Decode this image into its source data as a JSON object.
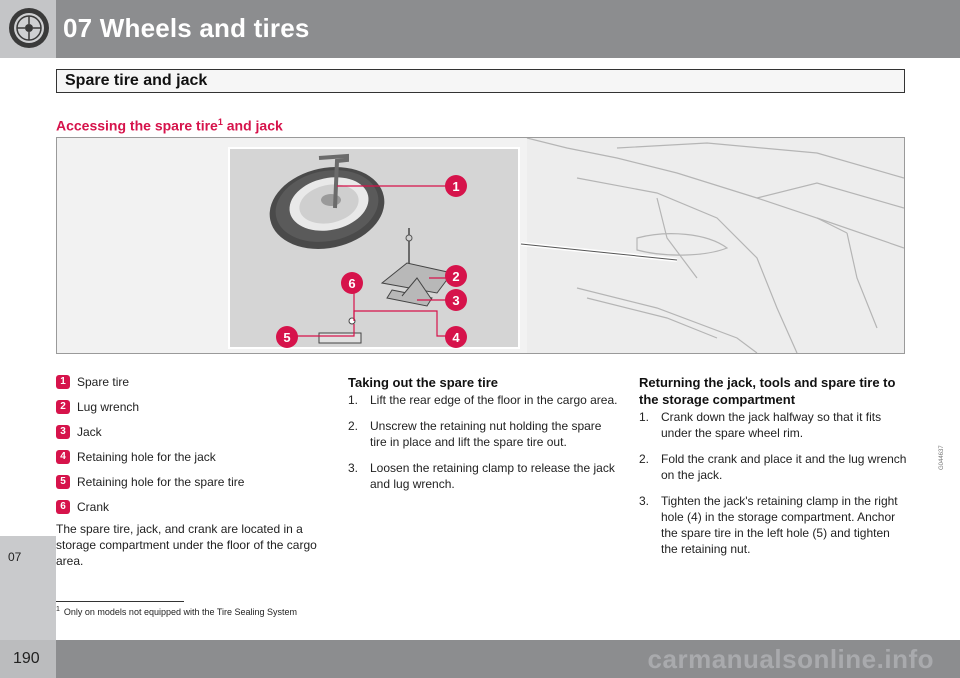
{
  "header": {
    "chapter_title": "07 Wheels and tires",
    "section_title": "Spare tire and jack"
  },
  "rail": {
    "chapter_tab": "07"
  },
  "footer": {
    "page_number": "190",
    "watermark": "carmanualsonline.info"
  },
  "subheading": {
    "text": "Accessing the spare tire",
    "sup": "1",
    "suffix": " and jack"
  },
  "figure": {
    "code": "G044637",
    "callouts": [
      "1",
      "2",
      "3",
      "4",
      "5",
      "6"
    ],
    "accent": "#d6134b"
  },
  "legend": [
    {
      "num": "1",
      "label": "Spare tire"
    },
    {
      "num": "2",
      "label": "Lug wrench"
    },
    {
      "num": "3",
      "label": "Jack"
    },
    {
      "num": "4",
      "label": "Retaining hole for the jack"
    },
    {
      "num": "5",
      "label": "Retaining hole for the spare tire"
    },
    {
      "num": "6",
      "label": "Crank"
    }
  ],
  "intro": "The spare tire, jack, and crank are located in a storage compartment under the floor of the cargo area.",
  "taking_out": {
    "title": "Taking out the spare tire",
    "steps": [
      {
        "num": "1.",
        "text": "Lift the rear edge of the floor in the cargo area."
      },
      {
        "num": "2.",
        "text": "Unscrew the retaining nut holding the spare tire in place and lift the spare tire out."
      },
      {
        "num": "3.",
        "text": "Loosen the retaining clamp to release the jack and lug wrench."
      }
    ]
  },
  "returning": {
    "title": "Returning the jack, tools and spare tire to the storage compartment",
    "steps": [
      {
        "num": "1.",
        "text": "Crank down the jack halfway so that it fits under the spare wheel rim."
      },
      {
        "num": "2.",
        "text": "Fold the crank and place it and the lug wrench on the jack."
      },
      {
        "num": "3.",
        "text": "Tighten the jack's retaining clamp in the right hole (4) in the storage compartment. Anchor the spare tire in the left hole (5) and tighten the retaining nut."
      }
    ]
  },
  "footnote": {
    "num": "1",
    "text": "Only on models not equipped with the Tire Sealing System"
  }
}
